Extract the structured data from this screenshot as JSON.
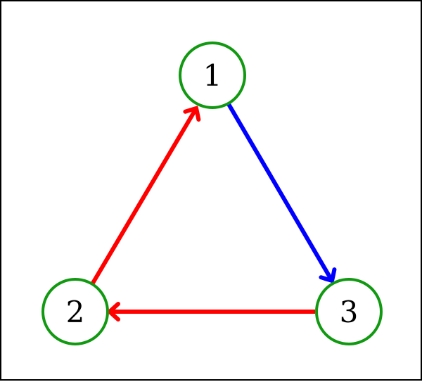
{
  "nodes": [
    {
      "id": "1",
      "label": "1"
    },
    {
      "id": "2",
      "label": "2"
    },
    {
      "id": "3",
      "label": "3"
    }
  ],
  "edges": [
    {
      "from": "1",
      "to": "3",
      "color": "#0000ff"
    },
    {
      "from": "2",
      "to": "1",
      "color": "#ff0000"
    },
    {
      "from": "3",
      "to": "2",
      "color": "#ff0000"
    }
  ],
  "colors": {
    "node_stroke": "#119911",
    "border": "#000000"
  }
}
